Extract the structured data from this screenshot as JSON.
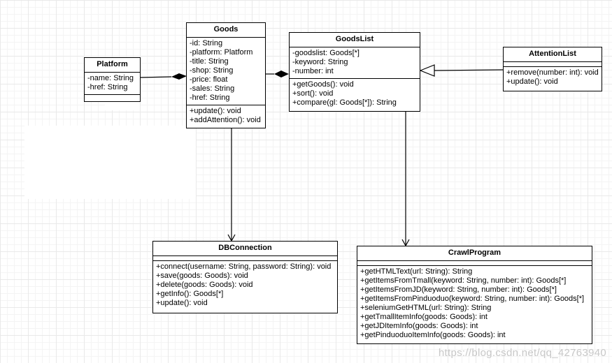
{
  "classes": {
    "platform": {
      "name": "Platform",
      "attributes": [
        "-name: String",
        "-href: String"
      ],
      "operations": []
    },
    "goods": {
      "name": "Goods",
      "attributes": [
        "-id: String",
        "-platform: Platform",
        "-title: String",
        "-shop: String",
        "-price: float",
        "-sales: String",
        "-href: String"
      ],
      "operations": [
        "+update(): void",
        "+addAttention(): void"
      ]
    },
    "goodslist": {
      "name": "GoodsList",
      "attributes": [
        "-goodslist: Goods[*]",
        "-keyword: String",
        "-number: int"
      ],
      "operations": [
        "+getGoods(): void",
        "+sort(): void",
        "+compare(gl: Goods[*]): String"
      ]
    },
    "attentionlist": {
      "name": "AttentionList",
      "attributes": [],
      "operations": [
        "+remove(number: int): void",
        "+update(): void"
      ]
    },
    "dbconnection": {
      "name": "DBConnection",
      "attributes": [],
      "operations": [
        "+connect(username: String, password: String): void",
        "+save(goods: Goods): void",
        "+delete(goods: Goods): void",
        "+getInfo(): Goods[*]",
        "+update(): void"
      ]
    },
    "crawlprogram": {
      "name": "CrawlProgram",
      "attributes": [],
      "operations": [
        "+getHTMLText(url: String): String",
        "+getItemsFromTmall(keyword: String, number: int): Goods[*]",
        "+getItemsFromJD(keyword: String, number: int): Goods[*]",
        "+getItemsFromPinduoduo(keyword: String, number: int): Goods[*]",
        "+seleniumGetHTML(url: String): String",
        "+getTmallItemInfo(goods: Goods): int",
        "+getJDItemInfo(goods: Goods): int",
        "+getPinduoduoItemInfo(goods: Goods): int"
      ]
    }
  },
  "relations": [
    {
      "from": "platform",
      "to": "goods",
      "type": "composition"
    },
    {
      "from": "goods",
      "to": "goodslist",
      "type": "composition"
    },
    {
      "from": "attentionlist",
      "to": "goodslist",
      "type": "generalization"
    },
    {
      "from": "goods",
      "to": "dbconnection",
      "type": "association"
    },
    {
      "from": "goodslist",
      "to": "crawlprogram",
      "type": "association"
    }
  ],
  "watermark": "https://blog.csdn.net/qq_42763940"
}
